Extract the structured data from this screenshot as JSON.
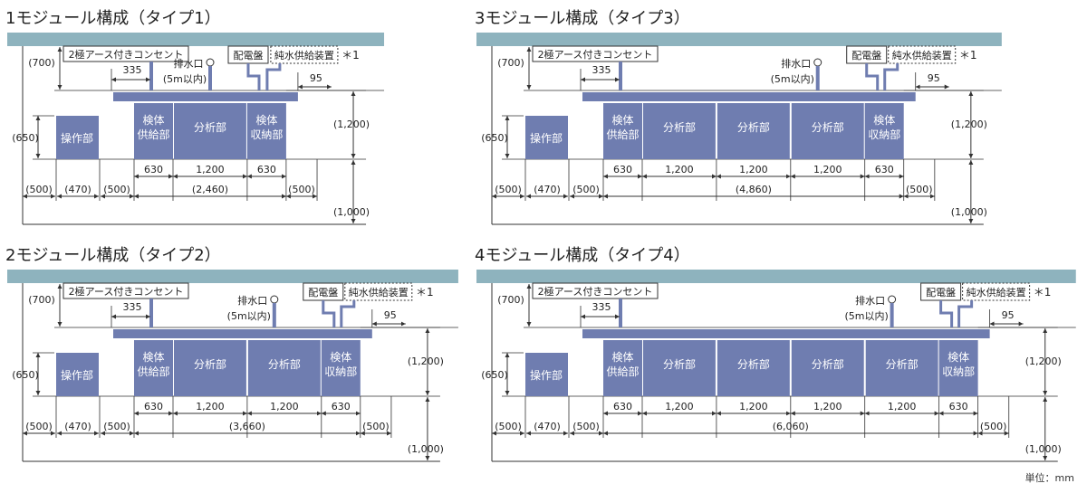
{
  "colors": {
    "wall": "#8eb3be",
    "module": "#6f7db0",
    "line": "#333333",
    "pipe": "#6f7db0",
    "text_on_module": "#ffffff"
  },
  "labels": {
    "outlet": "2極アース付きコンセント",
    "drain": "排水口",
    "drain_note": "(5m以内)",
    "panel": "配電盤",
    "water": "純水供給装置",
    "water_mark": "＊1",
    "operation": "操作部",
    "supply_1": "検体",
    "supply_2": "供給部",
    "analysis": "分析部",
    "storage_1": "検体",
    "storage_2": "収納部"
  },
  "dims": {
    "d700": "(700)",
    "d650": "(650)",
    "d1200v": "(1,200)",
    "d1000": "(1,000)",
    "d500": "(500)",
    "d470": "(470)",
    "d335": "335",
    "d95": "95",
    "d630": "630",
    "d1200": "1,200"
  },
  "panels": [
    {
      "title": "1モジュール構成（タイプ1）",
      "analyzers": 1,
      "total": "(2,460)"
    },
    {
      "title": "3モジュール構成（タイプ3）",
      "analyzers": 3,
      "total": "(4,860)"
    },
    {
      "title": "2モジュール構成（タイプ2）",
      "analyzers": 2,
      "total": "(3,660)"
    },
    {
      "title": "4モジュール構成（タイプ4）",
      "analyzers": 4,
      "total": "(6,060)"
    }
  ],
  "footer": {
    "unit": "単位：mm"
  }
}
